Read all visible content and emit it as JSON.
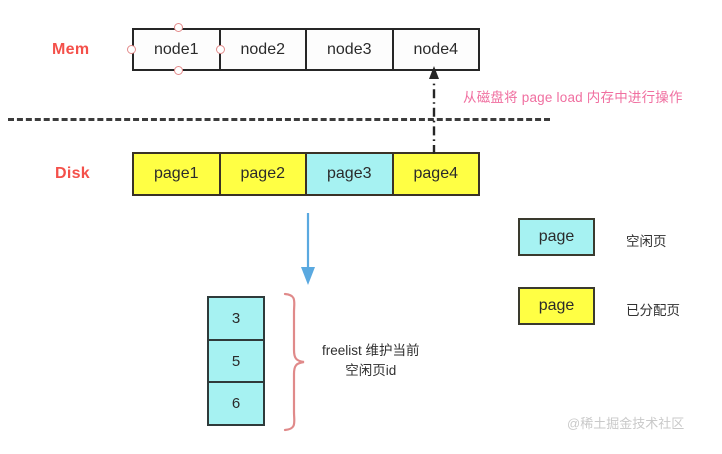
{
  "labels": {
    "mem": "Mem",
    "disk": "Disk"
  },
  "mem_row": {
    "nodes": [
      {
        "label": "node1"
      },
      {
        "label": "node2"
      },
      {
        "label": "node3"
      },
      {
        "label": "node4"
      }
    ]
  },
  "disk_row": {
    "pages": [
      {
        "label": "page1",
        "state": "allocated"
      },
      {
        "label": "page2",
        "state": "allocated"
      },
      {
        "label": "page3",
        "state": "free"
      },
      {
        "label": "page4",
        "state": "allocated"
      }
    ]
  },
  "annotations": {
    "load_note": "从磁盘将 page load 内存中进行操作",
    "freelist_note_line1": "freelist 维护当前",
    "freelist_note_line2": "空闲页id"
  },
  "freelist": {
    "ids": [
      "3",
      "5",
      "6"
    ]
  },
  "legend": [
    {
      "swatch_label": "page",
      "text": "空闲页",
      "state": "free"
    },
    {
      "swatch_label": "page",
      "text": "已分配页",
      "state": "allocated"
    }
  ],
  "watermark": "@稀土掘金技术社区",
  "colors": {
    "free_page": "#a6f2f2",
    "allocated_page": "#ffff44",
    "label_red": "#f4504a",
    "note_pink": "#f06fa0",
    "brace_pink": "#e08a8a",
    "arrow_blue": "#5aa9e0",
    "stroke_dark": "#262626"
  }
}
